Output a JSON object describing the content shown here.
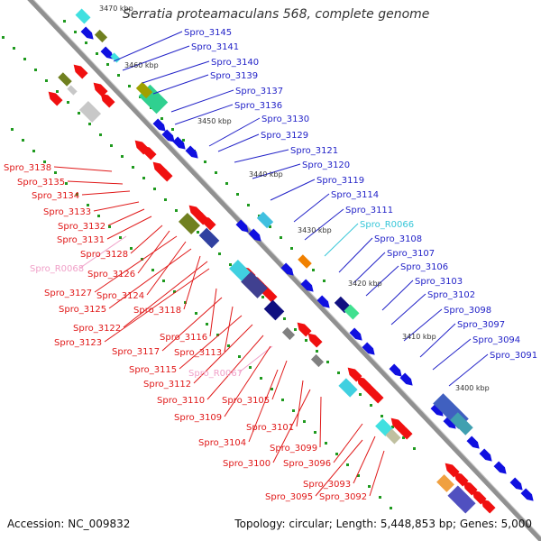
{
  "title": "Serratia proteamaculans 568, complete genome",
  "footer": {
    "accession": "Accession: NC_009832",
    "summary": "Topology: circular; Length: 5,448,853 bp; Genes: 5,000"
  },
  "colors": {
    "backbone": "#909090",
    "forward_label": "#2323c8",
    "reverse_label": "#e01818",
    "rna_label_fwd": "#36c6d8",
    "rna_label_rev": "#f0a0c8",
    "tick_label": "#333333",
    "dots": "#1f9a1f"
  },
  "ticks": [
    {
      "label": "3470 kbp"
    },
    {
      "label": "3460 kbp"
    },
    {
      "label": "3450 kbp"
    },
    {
      "label": "3440 kbp"
    },
    {
      "label": "3430 kbp"
    },
    {
      "label": "3420 kbp"
    },
    {
      "label": "3410 kbp"
    },
    {
      "label": "3400 kbp"
    }
  ],
  "forward_labels": [
    {
      "text": "Spro_3145"
    },
    {
      "text": "Spro_3141"
    },
    {
      "text": "Spro_3140"
    },
    {
      "text": "Spro_3139"
    },
    {
      "text": "Spro_3137"
    },
    {
      "text": "Spro_3136"
    },
    {
      "text": "Spro_3130"
    },
    {
      "text": "Spro_3129"
    },
    {
      "text": "Spro_3121"
    },
    {
      "text": "Spro_3120"
    },
    {
      "text": "Spro_3119"
    },
    {
      "text": "Spro_3114"
    },
    {
      "text": "Spro_3111"
    },
    {
      "text": "Spro_R0066",
      "rna": true
    },
    {
      "text": "Spro_3108"
    },
    {
      "text": "Spro_3107"
    },
    {
      "text": "Spro_3106"
    },
    {
      "text": "Spro_3103"
    },
    {
      "text": "Spro_3102"
    },
    {
      "text": "Spro_3098"
    },
    {
      "text": "Spro_3097"
    },
    {
      "text": "Spro_3094"
    },
    {
      "text": "Spro_3091"
    }
  ],
  "reverse_labels": [
    {
      "text": "Spro_3138"
    },
    {
      "text": "Spro_3135"
    },
    {
      "text": "Spro_3134"
    },
    {
      "text": "Spro_3133"
    },
    {
      "text": "Spro_3132"
    },
    {
      "text": "Spro_3131"
    },
    {
      "text": "Spro_3128"
    },
    {
      "text": "Spro_R0068",
      "rna": true
    },
    {
      "text": "Spro_3126"
    },
    {
      "text": "Spro_3127"
    },
    {
      "text": "Spro_3124"
    },
    {
      "text": "Spro_3125"
    },
    {
      "text": "Spro_3118"
    },
    {
      "text": "Spro_3122"
    },
    {
      "text": "Spro_3116"
    },
    {
      "text": "Spro_3123"
    },
    {
      "text": "Spro_3117"
    },
    {
      "text": "Spro_3113"
    },
    {
      "text": "Spro_3115"
    },
    {
      "text": "Spro_R0067",
      "rna": true
    },
    {
      "text": "Spro_3112"
    },
    {
      "text": "Spro_3110"
    },
    {
      "text": "Spro_3105"
    },
    {
      "text": "Spro_3109"
    },
    {
      "text": "Spro_3101"
    },
    {
      "text": "Spro_3104"
    },
    {
      "text": "Spro_3099"
    },
    {
      "text": "Spro_3100"
    },
    {
      "text": "Spro_3096"
    },
    {
      "text": "Spro_3093"
    },
    {
      "text": "Spro_3095"
    },
    {
      "text": "Spro_3092"
    }
  ]
}
